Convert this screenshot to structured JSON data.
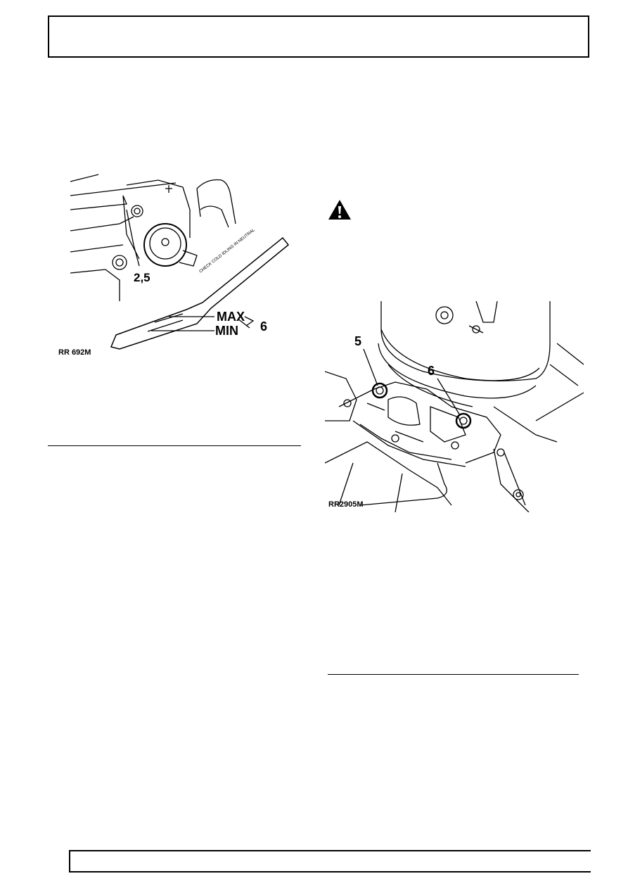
{
  "figure_left": {
    "callout_parts": "2,5",
    "max_label": "MAX",
    "min_label": "MIN",
    "callout_level": "6",
    "dipstick_text": "CHECK COLD IDLING IN NEUTRAL",
    "code": "RR 692M"
  },
  "warning": {
    "icon": "warning-triangle-icon"
  },
  "figure_right": {
    "callout_filler": "5",
    "callout_drain": "6",
    "code": "RR2905M"
  }
}
